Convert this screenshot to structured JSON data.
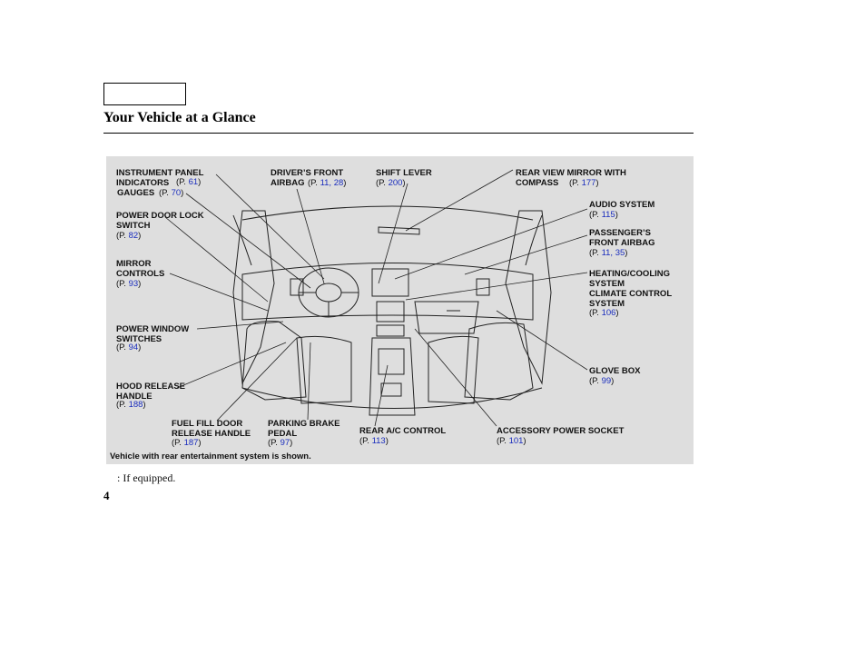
{
  "header": {
    "title": "Your Vehicle at a Glance"
  },
  "figure": {
    "caption": "Vehicle with rear entertainment system is shown.",
    "callouts": [
      {
        "id": "ipi",
        "lines": [
          "INSTRUMENT PANEL",
          "INDICATORS"
        ],
        "ref": "(P. 61)",
        "refnum": "61"
      },
      {
        "id": "gauges",
        "lines": [
          "GAUGES"
        ],
        "ref": "(P. 70)",
        "refnum": "70"
      },
      {
        "id": "dfa",
        "lines": [
          "DRIVER’S FRONT",
          "AIRBAG"
        ],
        "refnum": "11, 28"
      },
      {
        "id": "shift",
        "lines": [
          "SHIFT LEVER"
        ],
        "refnum": "200"
      },
      {
        "id": "mirror",
        "lines": [
          "REAR VIEW MIRROR WITH",
          "COMPASS"
        ],
        "refnum": "177"
      },
      {
        "id": "pdl",
        "lines": [
          "POWER DOOR LOCK",
          "SWITCH"
        ],
        "refnum": "82"
      },
      {
        "id": "audio",
        "lines": [
          "AUDIO SYSTEM"
        ],
        "refnum": "115"
      },
      {
        "id": "pfa",
        "lines": [
          "PASSENGER’S",
          "FRONT AIRBAG"
        ],
        "refnum": "11, 35"
      },
      {
        "id": "mc",
        "lines": [
          "MIRROR",
          "CONTROLS"
        ],
        "refnum": "93"
      },
      {
        "id": "hcs",
        "lines": [
          "HEATING/COOLING",
          "SYSTEM",
          "CLIMATE CONTROL",
          "SYSTEM"
        ],
        "refnum": "106"
      },
      {
        "id": "pws",
        "lines": [
          "POWER WINDOW",
          "SWITCHES"
        ],
        "refnum": "94"
      },
      {
        "id": "glove",
        "lines": [
          "GLOVE BOX"
        ],
        "refnum": "99"
      },
      {
        "id": "hood",
        "lines": [
          "HOOD RELEASE",
          "HANDLE"
        ],
        "refnum": "188"
      },
      {
        "id": "fuel",
        "lines": [
          "FUEL FILL DOOR",
          "RELEASE HANDLE"
        ],
        "refnum": "187"
      },
      {
        "id": "park",
        "lines": [
          "PARKING BRAKE",
          "PEDAL"
        ],
        "refnum": "97"
      },
      {
        "id": "rac",
        "lines": [
          "REAR A/C CONTROL"
        ],
        "refnum": "113"
      },
      {
        "id": "aps",
        "lines": [
          "ACCESSORY POWER SOCKET"
        ],
        "refnum": "101"
      }
    ]
  },
  "footnote": ": If equipped.",
  "page_number": "4"
}
